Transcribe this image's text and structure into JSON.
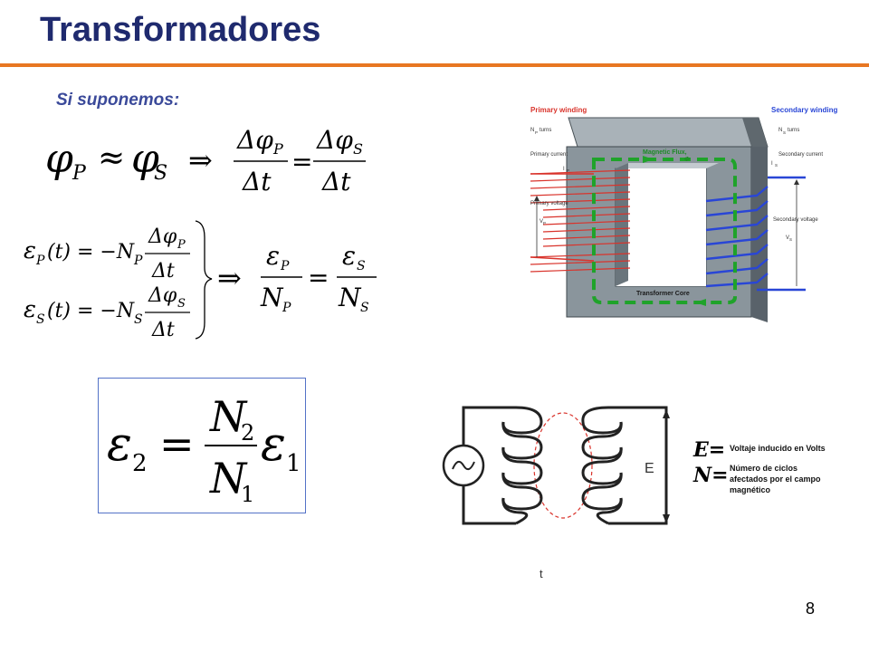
{
  "slide": {
    "title": "Transformadores",
    "subtitle": "Si suponemos:",
    "page_number": "8"
  },
  "colors": {
    "title": "#1f2a6e",
    "accent_rule": "#e87722",
    "subtitle": "#3b4a9a",
    "box_border": "#5472c7",
    "primary_red": "#d9332b",
    "secondary_blue": "#2946d6",
    "flux_green": "#1fa32a",
    "core_gray": "#7d8b94"
  },
  "equations": {
    "eq1": {
      "lhs_phi_p": "φ",
      "lhs_sub_p": "P",
      "approx": "≈",
      "rhs_phi_s": "φ",
      "rhs_sub_s": "S",
      "implies": "⇒",
      "frac1_num": "Δφ",
      "frac1_num_sub": "P",
      "frac1_den": "Δt",
      "equals": "=",
      "frac2_num": "Δφ",
      "frac2_num_sub": "S",
      "frac2_den": "Δt"
    },
    "eq2": {
      "line1_lhs": "ε",
      "line1_sub": "P",
      "line1_arg": "(t) = −N",
      "line1_nsub": "P",
      "line1_num": "Δφ",
      "line1_num_sub": "P",
      "line1_den": "Δt",
      "line2_lhs": "ε",
      "line2_sub": "S",
      "line2_arg": "(t) = −N",
      "line2_nsub": "S",
      "line2_num": "Δφ",
      "line2_num_sub": "S",
      "line2_den": "Δt",
      "implies": "⇒",
      "r_num1": "ε",
      "r_num1_sub": "P",
      "r_den1": "N",
      "r_den1_sub": "P",
      "equals": "=",
      "r_num2": "ε",
      "r_num2_sub": "S",
      "r_den2": "N",
      "r_den2_sub": "S"
    },
    "eq3": {
      "lhs": "ε",
      "lhs_sub": "2",
      "equals": "=",
      "num": "N",
      "num_sub": "2",
      "den": "N",
      "den_sub": "1",
      "rhs": "ε",
      "rhs_sub": "1"
    }
  },
  "transformer_diagram": {
    "primary_winding": "Primary winding",
    "np_turns": "N",
    "np_sub": "P",
    "np_turns_suffix": " turns",
    "primary_current": "Primary current",
    "ip": "I",
    "ip_sub": "P",
    "primary_voltage": "Primary voltage",
    "vp": "V",
    "vp_sub": "P",
    "magnetic_flux": "Magnetic Flux,",
    "phi": "Φ",
    "secondary_winding": "Secondary winding",
    "ns_turns": "N",
    "ns_sub": "S",
    "ns_turns_suffix": " turns",
    "secondary_current": "Secondary current",
    "is": "I",
    "is_sub": "S",
    "secondary_voltage": "Secondary voltage",
    "vs": "V",
    "vs_sub": "S",
    "transformer_core": "Transformer Core"
  },
  "coil_diagram": {
    "e_label": "E",
    "t_label": "t",
    "e_def_symbol": "E=",
    "e_def_text": "Voltaje inducido en Volts",
    "n_def_symbol": "N=",
    "n_def_text_1": "Número de ciclos",
    "n_def_text_2": "afectados por el campo",
    "n_def_text_3": "magnético"
  }
}
